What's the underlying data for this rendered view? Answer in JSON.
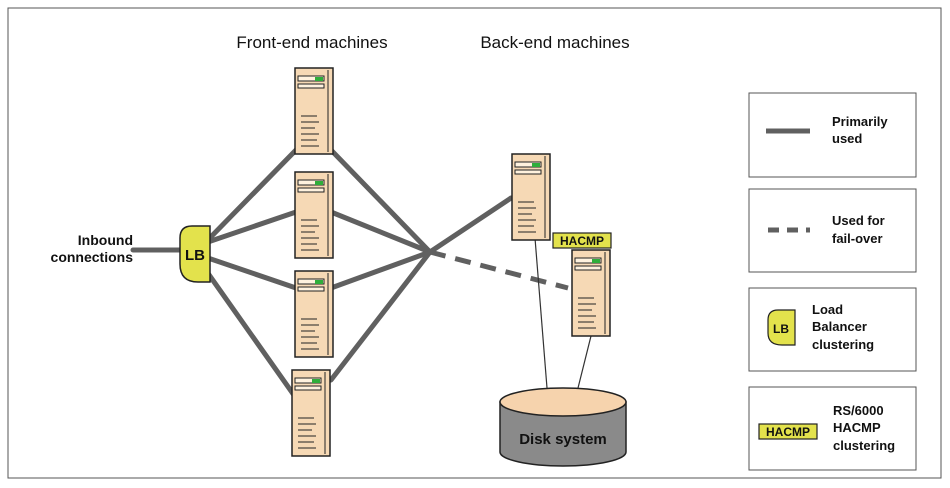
{
  "headings": {
    "front_end": "Front-end machines",
    "back_end": "Back-end machines"
  },
  "inbound": {
    "line1": "Inbound",
    "line2": "connections"
  },
  "load_balancer": {
    "text": "LB"
  },
  "hacmp_tag": {
    "text": "HACMP"
  },
  "disk": {
    "text": "Disk system"
  },
  "legend": {
    "primary": {
      "line1": "Primarily",
      "line2": "used"
    },
    "failover": {
      "line1": "Used for",
      "line2": "fail-over"
    },
    "lb": {
      "badge": "LB",
      "line1": "Load",
      "line2": "Balancer",
      "line3": "clustering"
    },
    "hacmp": {
      "badge": "HACMP",
      "line1": "RS/6000",
      "line2": "HACMP",
      "line3": "clustering"
    }
  },
  "colors": {
    "server_body": "#f6d9b5",
    "badge_fill": "#e3e24c",
    "link_line": "#606060",
    "disk_body": "#8a8a8a",
    "disk_top": "#f6d3ad",
    "status_led": "#2fae3b"
  }
}
